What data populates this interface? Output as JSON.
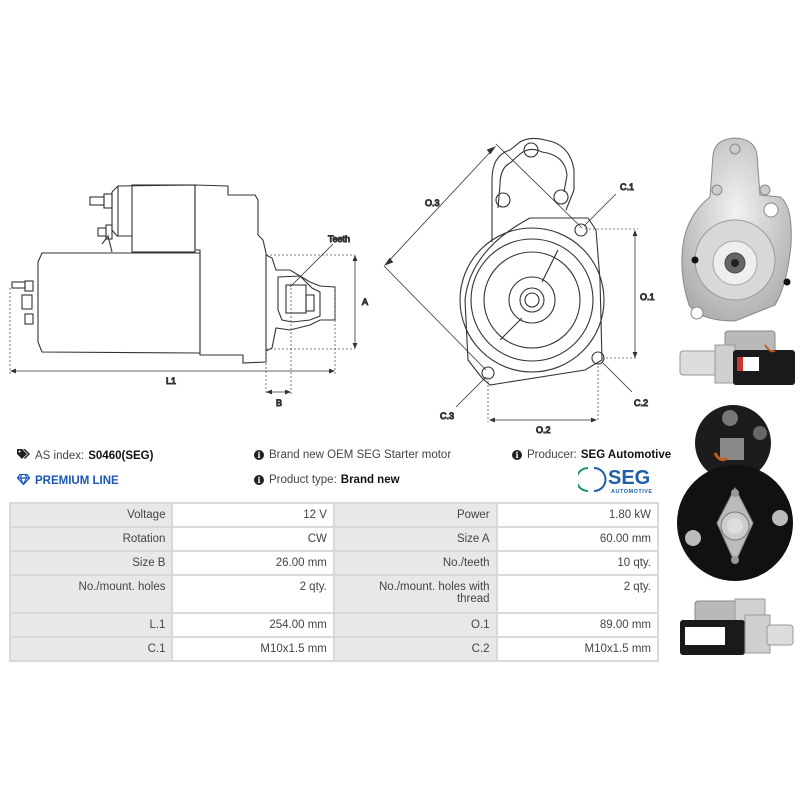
{
  "drawings": {
    "side_view": {
      "labels": {
        "teeth": "Teeth",
        "a": "A",
        "l1": "L1",
        "b": "B"
      }
    },
    "front_view": {
      "labels": {
        "o3": "O.3",
        "c1": "C.1",
        "o1": "O.1",
        "c2": "C.2",
        "c3": "C.3",
        "o2": "O.2"
      }
    }
  },
  "photos": [
    {
      "name": "front-flange-photo",
      "description": "Silver aluminium drive-end flange, front view"
    },
    {
      "name": "side-photo-1",
      "description": "Starter motor side view, black body"
    },
    {
      "name": "rear-photo",
      "description": "Black rear cover with solenoid terminals"
    },
    {
      "name": "side-photo-2",
      "description": "Starter motor side view with label"
    }
  ],
  "info": {
    "as_index_label": "AS index:",
    "as_index_value": "S0460(SEG)",
    "premium_line": "PREMIUM LINE",
    "description": "Brand new OEM SEG Starter motor",
    "product_type_label": "Product type:",
    "product_type_value": "Brand new",
    "producer_label": "Producer:",
    "producer_value": "SEG Automotive",
    "logo_main": "SEG",
    "logo_sub": "AUTOMOTIVE"
  },
  "colors": {
    "premium_blue": "#1a56b8",
    "seg_blue": "#1d5fa8",
    "seg_green": "#1a9a6b",
    "label_bg": "#e8e8e8",
    "border": "#d9d9d9"
  },
  "specs": {
    "rows": [
      {
        "l1": "Voltage",
        "v1": "12 V",
        "l2": "Power",
        "v2": "1.80 kW"
      },
      {
        "l1": "Rotation",
        "v1": "CW",
        "l2": "Size A",
        "v2": "60.00 mm"
      },
      {
        "l1": "Size B",
        "v1": "26.00 mm",
        "l2": "No./teeth",
        "v2": "10 qty."
      },
      {
        "l1": "No./mount. holes",
        "v1": "2 qty.",
        "l2": "No./mount. holes with thread",
        "v2": "2 qty."
      },
      {
        "l1": "L.1",
        "v1": "254.00 mm",
        "l2": "O.1",
        "v2": "89.00 mm"
      },
      {
        "l1": "C.1",
        "v1": "M10x1.5 mm",
        "l2": "C.2",
        "v2": "M10x1.5 mm"
      }
    ]
  }
}
